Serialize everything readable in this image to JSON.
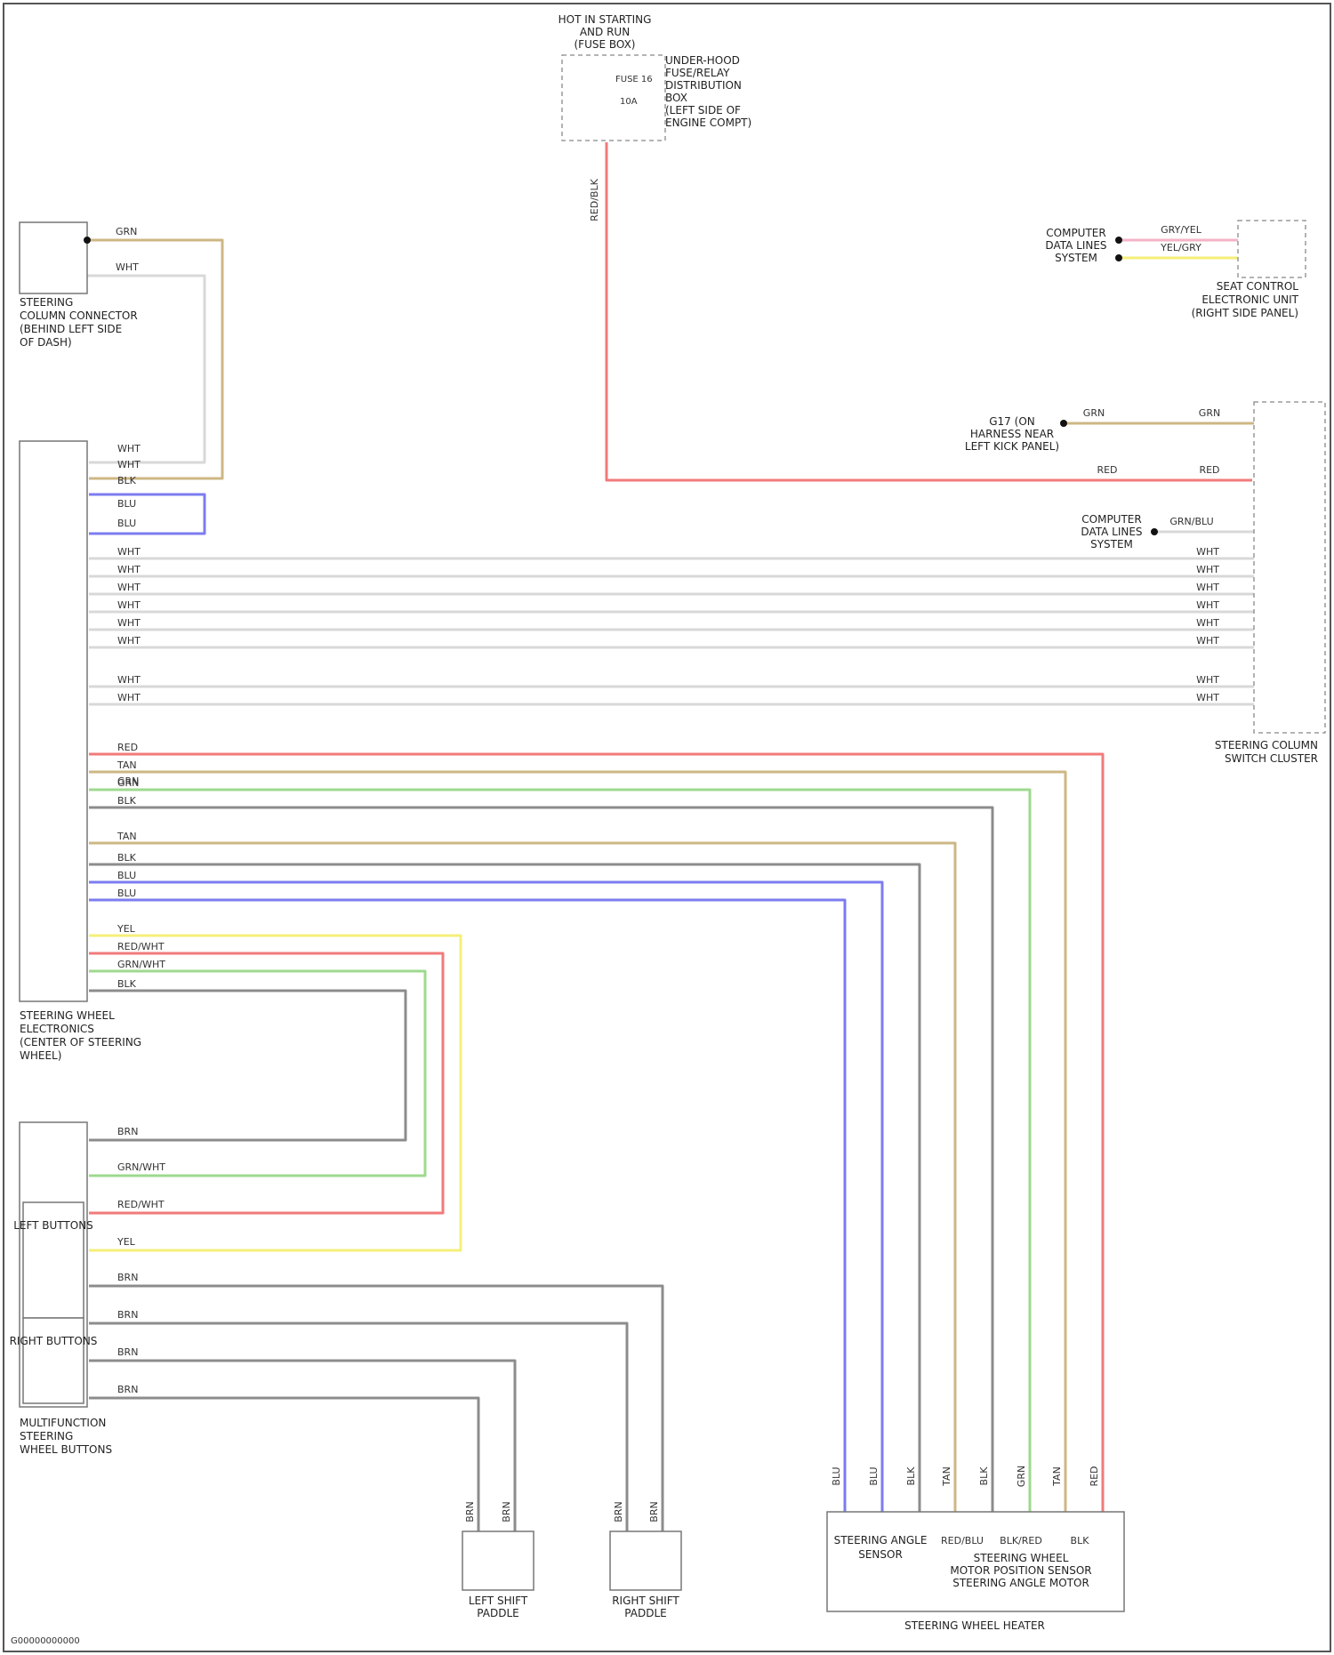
{
  "colors": {
    "red": "#f27a7a",
    "tan": "#cdb784",
    "blue": "#7c7cf0",
    "green": "#9ed98e",
    "yellow": "#f5ef7a",
    "gray": "#8c8c8c",
    "white": "#d8d8d8",
    "pink": "#f3b3c6"
  },
  "footer": {
    "code": "G00000000000"
  },
  "components": {
    "hot_fuse": {
      "line1": "HOT IN STARTING",
      "line2": "AND RUN",
      "line3": "(FUSE BOX)",
      "fuse_label": "FUSE 16",
      "fuse_amp": "10A",
      "note1": "UNDER-HOOD",
      "note2": "FUSE/RELAY",
      "note3": "DISTRIBUTION",
      "note4": "BOX",
      "note5": "(LEFT SIDE OF",
      "note6": "ENGINE COMPT)"
    },
    "connector_top": {
      "line1": "STEERING",
      "line2": "COLUMN CONNECTOR",
      "line3": "(BEHIND LEFT SIDE",
      "line4": "OF DASH)"
    },
    "seat_module": {
      "line1": "SEAT CONTROL",
      "line2": "ELECTRONIC UNIT",
      "line3": "(RIGHT SIDE PANEL)"
    },
    "compuinfo_right": {
      "line1": "COMPUTER",
      "line2": "DATA LINES",
      "line3": "SYSTEM"
    },
    "compuinfo_right2": {
      "line1": "COMPUTER",
      "line2": "DATA LINES",
      "line3": "SYSTEM"
    },
    "cc_ground": {
      "line1": "G17 (ON",
      "line2": "HARNESS NEAR",
      "line3": "LEFT KICK PANEL)"
    },
    "switch_cluster": {
      "line1": "STEERING COLUMN",
      "line2": "SWITCH CLUSTER"
    },
    "main_module": {
      "line1": "STEERING WHEEL",
      "line2": "ELECTRONICS",
      "line3": "(CENTER OF STEERING",
      "line4": "WHEEL)"
    },
    "shift_buttons": {
      "line1": "MULTIFUNCTION",
      "line2": "STEERING",
      "line3": "WHEEL BUTTONS",
      "left_label": "LEFT BUTTONS",
      "right_label": "RIGHT BUTTONS"
    },
    "left_paddle": {
      "line1": "LEFT SHIFT",
      "line2": "PADDLE"
    },
    "right_paddle": {
      "line1": "RIGHT SHIFT",
      "line2": "PADDLE"
    },
    "angle_sensor": {
      "line1": "STEERING ANGLE",
      "line2": "SENSOR",
      "line3": "STEERING WHEEL",
      "line4": "MOTOR POSITION SENSOR",
      "line5": "STEERING ANGLE MOTOR",
      "bottom_label": "STEERING WHEEL HEATER"
    }
  },
  "wire_labels": {
    "fuse_red": "RED/BLK",
    "top_conn_1": "GRN",
    "top_conn_2": "WHT",
    "m1": "WHT",
    "m2": "WHT",
    "m3": "BLK",
    "m4": "BLU",
    "m5": "BLU",
    "m6": "WHT",
    "m7": "WHT",
    "m8": "WHT",
    "m9": "WHT",
    "m10": "WHT",
    "m11": "WHT",
    "m12": "WHT",
    "m13": "WHT",
    "m14": "RED",
    "m15": "GRN",
    "m16": "TAN",
    "m17": "GRN",
    "m18": "BLK",
    "m19": "TAN",
    "m20": "BLK",
    "m21": "BLU",
    "m22": "BLU",
    "m23": "YEL",
    "m24": "GRN/WHT",
    "m25": "RED/WHT",
    "m26": "BLK",
    "cc1": "GRN",
    "cc1r": "GRN",
    "cc2": "RED",
    "cc2r": "RED",
    "cc3": "GRN/BLU",
    "cc_w1": "WHT",
    "cc_w2": "WHT",
    "cc_w3": "WHT",
    "cc_w4": "WHT",
    "cc_w5": "WHT",
    "cc_w6": "WHT",
    "cc_w7": "WHT",
    "cc_w8": "WHT",
    "seat1": "GRY/YEL",
    "seat2": "YEL/GRY",
    "b1": "BRN",
    "b2": "GRN/WHT",
    "b3": "RED/WHT",
    "b4": "YEL",
    "s1": "BRN",
    "s2": "BRN",
    "s3": "BRN",
    "s4": "BRN",
    "v1": "BRN",
    "v2": "BRN",
    "v3": "BRN",
    "v4": "BRN",
    "sa1": "BLU",
    "sa2": "BLU",
    "sa3": "BLK",
    "sa4": "TAN",
    "sa5": "BLK",
    "sa6": "GRN",
    "sa7": "TAN",
    "sa8": "RED",
    "sa_bot1": "RED/BLU",
    "sa_bot2": "BLK/RED",
    "sa_bot3": "BLK"
  }
}
